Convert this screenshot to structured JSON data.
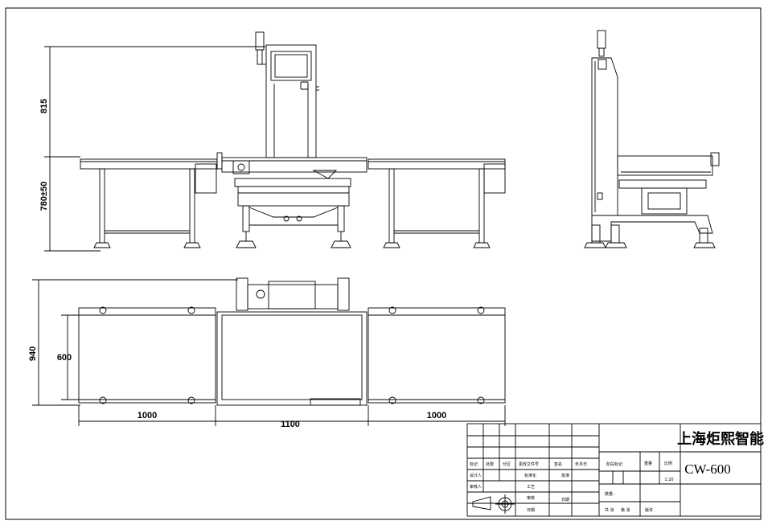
{
  "dimensions": {
    "front_upper_height": "815",
    "front_lower_height": "780±50",
    "plan_total_depth": "940",
    "plan_belt_width": "600",
    "left_conveyor_length": "1000",
    "center_conveyor_length": "1100",
    "right_conveyor_length": "1000"
  },
  "title_block": {
    "company": "上海炬熙智能",
    "model": "CW-600",
    "scale": "1:20",
    "labels": {
      "mark": "标记",
      "count": "处数",
      "zone": "分区",
      "change_doc": "更改文件号",
      "signature": "签名",
      "date": "年月日",
      "designer": "设计人",
      "standardized": "标准化",
      "approve": "批准",
      "checker": "审核人",
      "process": "工艺",
      "review": "审核",
      "check_date": "日期",
      "stage_mark": "阶段标记",
      "weight": "重量",
      "ratio": "比例",
      "quantity": "数量：",
      "total_sheets": "共 张",
      "sheet_no": "第 张",
      "version": "版本"
    }
  }
}
